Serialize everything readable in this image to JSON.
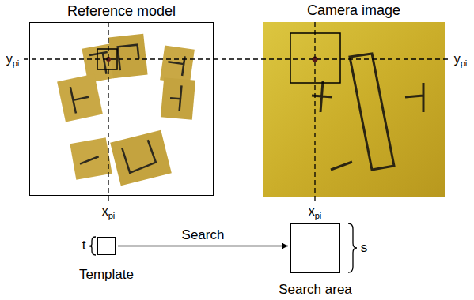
{
  "diagram": {
    "nodes": [
      {
        "text": [
          "Reference model"
        ]
      },
      {
        "text": [
          "Camera image"
        ]
      },
      {
        "text": [
          "Template"
        ]
      },
      {
        "text": [
          "Search area"
        ]
      }
    ],
    "edges": [
      {
        "from": 2,
        "to": 3,
        "arrow": "to",
        "label": "Search"
      }
    ],
    "labels": [
      "ypi",
      "ypi",
      "xpi",
      "xpi",
      "t",
      "s"
    ]
  }
}
